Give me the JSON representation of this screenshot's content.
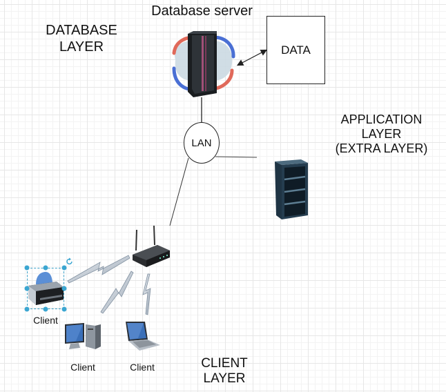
{
  "diagram": {
    "labels": {
      "database_layer": "DATABASE\nLAYER",
      "database_server": "Database server",
      "application_layer": "APPLICATION\nLAYER\n(EXTRA LAYER)",
      "client_layer": "CLIENT\nLAYER"
    },
    "nodes": {
      "data_box": "DATA",
      "lan": "LAN",
      "client_printer": "Client",
      "client_desktop": "Client",
      "client_laptop": "Client"
    },
    "icons": {
      "database_server": "mainframe-server-icon",
      "app_server": "server-rack-icon",
      "router": "wireless-router-icon",
      "printer": "printer-icon",
      "desktop": "desktop-computer-icon",
      "laptop": "laptop-icon",
      "rotate_handle": "rotate-icon"
    },
    "selection": {
      "selected_node": "client_printer"
    },
    "colors": {
      "selection": "#3ba6d1",
      "line": "#222222",
      "grid": "#e6e6e6"
    }
  }
}
